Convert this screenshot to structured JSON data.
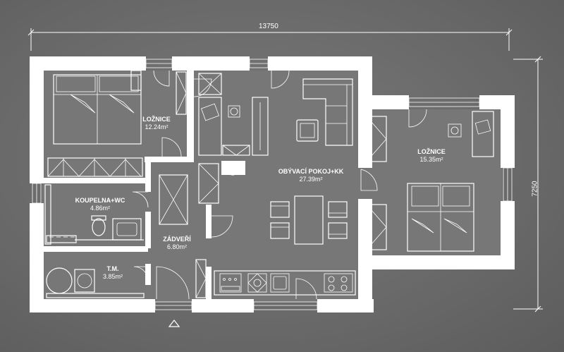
{
  "dimensions": {
    "width": "13750",
    "height": "7250"
  },
  "rooms": [
    {
      "name": "LOŽNICE",
      "area": "12.24m²"
    },
    {
      "name": "KOUPELNA+WC",
      "area": "4.86m²"
    },
    {
      "name": "T.M.",
      "area": "3.85m²"
    },
    {
      "name": "ZÁDVEŘÍ",
      "area": "6.80m²"
    },
    {
      "name": "OBÝVACÍ POKOJ+KK",
      "area": "27.39m²"
    },
    {
      "name": "LOŽNICE",
      "area": "15.35m²"
    }
  ],
  "colors": {
    "background": "#6b6b6b",
    "walls": "#ffffff",
    "lines": "#ffffff"
  }
}
